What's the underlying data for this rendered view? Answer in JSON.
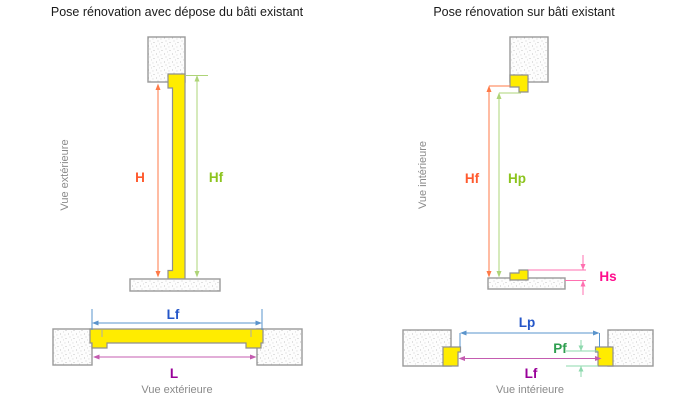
{
  "left_panel": {
    "title": "Pose rénovation avec dépose du bâti existant",
    "side_view_label": "Vue extérieure",
    "bottom_view_label": "Vue extérieure",
    "dims": {
      "height_total": "H",
      "height_frame": "Hf",
      "width_frame": "Lf",
      "width_total": "L"
    }
  },
  "right_panel": {
    "title": "Pose rénovation sur bâti existant",
    "side_view_label": "Vue intérieure",
    "bottom_view_label": "Vue intérieure",
    "dims": {
      "height_frame": "Hf",
      "height_passage": "Hp",
      "height_sill": "Hs",
      "width_passage": "Lp",
      "width_frame": "Lf",
      "depth_rebate": "Pf"
    }
  },
  "colors": {
    "orange_line": "#ff7a47",
    "orange_label": "#ff5a2e",
    "green_line": "#aed478",
    "green_label": "#8cc41e",
    "blue_line": "#5a94cc",
    "blue_label": "#2456c8",
    "magenta_line": "#c45cb0",
    "magenta_label": "#990099",
    "pink_line": "#ff70b0",
    "pink_label": "#ff0d8d",
    "mint_line": "#8ed9ae",
    "mint_label": "#2e9e4f",
    "frame_yellow": "#ffec00",
    "outline_gray": "#9a9a9a",
    "text_gray": "#8a8a8a",
    "title_color": "#1a1a1a"
  }
}
